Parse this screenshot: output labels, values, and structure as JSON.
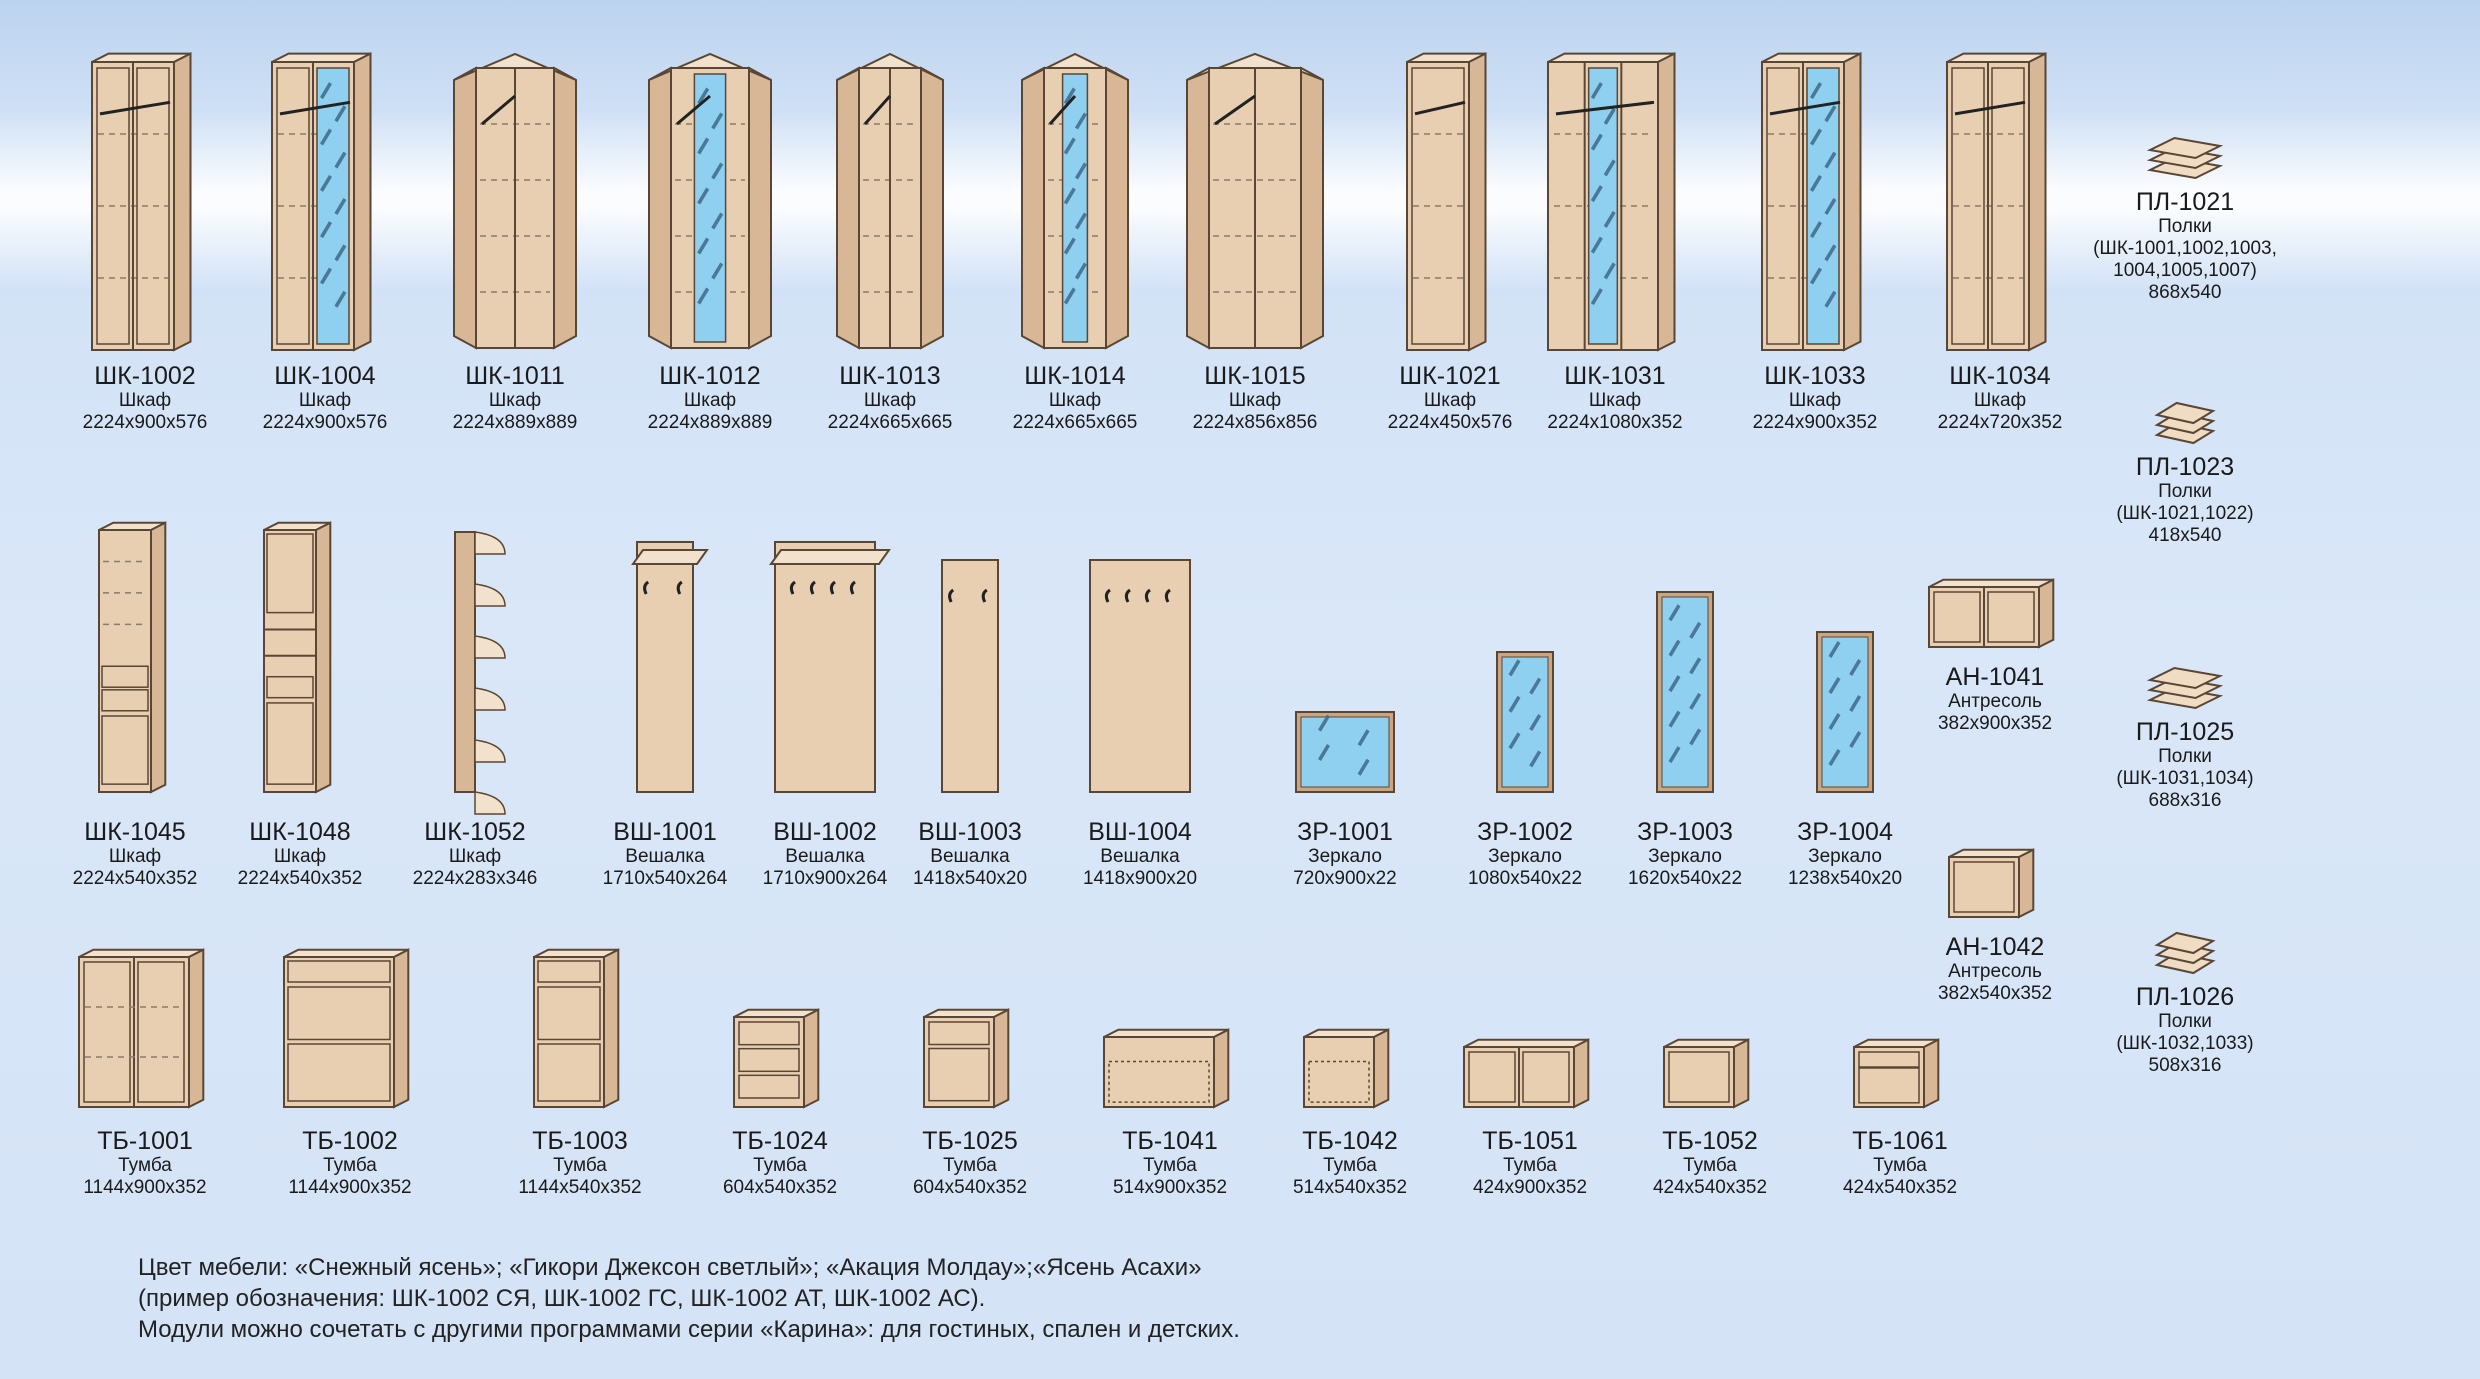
{
  "colors": {
    "background": "#d6e5f7",
    "wood": "#e8cfb2",
    "wood_dark": "#c9a583",
    "wood_side": "#d7b796",
    "edge": "#5a4634",
    "mirror": "#8fd0f0",
    "dashed": "#8a7a6a"
  },
  "row1": [
    {
      "code": "ШК-1002",
      "kind": "Шкаф",
      "dims": "2224x900x576",
      "shape": "wardrobe-2door",
      "icon": "wardrobe-icon"
    },
    {
      "code": "ШК-1004",
      "kind": "Шкаф",
      "dims": "2224x900x576",
      "shape": "wardrobe-mirror-door",
      "icon": "wardrobe-mirror-icon"
    },
    {
      "code": "ШК-1011",
      "kind": "Шкаф",
      "dims": "2224x889x889",
      "shape": "corner-wardrobe",
      "icon": "corner-wardrobe-icon"
    },
    {
      "code": "ШК-1012",
      "kind": "Шкаф",
      "dims": "2224x889x889",
      "shape": "corner-wardrobe-mirror",
      "icon": "corner-wardrobe-mirror-icon"
    },
    {
      "code": "ШК-1013",
      "kind": "Шкаф",
      "dims": "2224x665x665",
      "shape": "corner-wardrobe-small",
      "icon": "corner-wardrobe-icon"
    },
    {
      "code": "ШК-1014",
      "kind": "Шкаф",
      "dims": "2224x665x665",
      "shape": "corner-wardrobe-small-mirror",
      "icon": "corner-wardrobe-mirror-icon"
    },
    {
      "code": "ШК-1015",
      "kind": "Шкаф",
      "dims": "2224x856x856",
      "shape": "corner-wardrobe-wide",
      "icon": "corner-wardrobe-icon"
    },
    {
      "code": "ШК-1021",
      "kind": "Шкаф",
      "dims": "2224x450x576",
      "shape": "wardrobe-narrow",
      "icon": "wardrobe-icon"
    },
    {
      "code": "ШК-1031",
      "kind": "Шкаф",
      "dims": "2224x1080x352",
      "shape": "wardrobe-3door-mirror",
      "icon": "wardrobe-mirror-icon"
    },
    {
      "code": "ШК-1033",
      "kind": "Шкаф",
      "dims": "2224x900x352",
      "shape": "wardrobe-2door-mirror",
      "icon": "wardrobe-mirror-icon"
    },
    {
      "code": "ШК-1034",
      "kind": "Шкаф",
      "dims": "2224x720x352",
      "shape": "wardrobe-2door",
      "icon": "wardrobe-icon"
    }
  ],
  "row2": [
    {
      "code": "ШК-1045",
      "kind": "Шкаф",
      "dims": "2224x540x352",
      "shape": "cabinet-drawers",
      "icon": "cabinet-icon"
    },
    {
      "code": "ШК-1048",
      "kind": "Шкаф",
      "dims": "2224x540x352",
      "shape": "cabinet-open",
      "icon": "cabinet-icon"
    },
    {
      "code": "ШК-1052",
      "kind": "Шкаф",
      "dims": "2224x283x346",
      "shape": "corner-shelf",
      "icon": "shelf-icon"
    },
    {
      "code": "ВШ-1001",
      "kind": "Вешалка",
      "dims": "1710x540x264",
      "shape": "hanger-shelf",
      "icon": "hanger-icon"
    },
    {
      "code": "ВШ-1002",
      "kind": "Вешалка",
      "dims": "1710x900x264",
      "shape": "hanger-shelf-wide",
      "icon": "hanger-icon"
    },
    {
      "code": "ВШ-1003",
      "kind": "Вешалка",
      "dims": "1418x540x20",
      "shape": "hanger-panel",
      "icon": "hanger-icon"
    },
    {
      "code": "ВШ-1004",
      "kind": "Вешалка",
      "dims": "1418x900x20",
      "shape": "hanger-panel-wide",
      "icon": "hanger-icon"
    },
    {
      "code": "ЗР-1001",
      "kind": "Зеркало",
      "dims": "720x900x22",
      "shape": "mirror-landscape",
      "icon": "mirror-icon"
    },
    {
      "code": "ЗР-1002",
      "kind": "Зеркало",
      "dims": "1080x540x22",
      "shape": "mirror-portrait",
      "icon": "mirror-icon"
    },
    {
      "code": "ЗР-1003",
      "kind": "Зеркало",
      "dims": "1620x540x22",
      "shape": "mirror-tall",
      "icon": "mirror-icon"
    },
    {
      "code": "ЗР-1004",
      "kind": "Зеркало",
      "dims": "1238x540x20",
      "shape": "mirror-medium",
      "icon": "mirror-icon"
    }
  ],
  "row3": [
    {
      "code": "ТБ-1001",
      "kind": "Тумба",
      "dims": "1144x900x352",
      "shape": "cabinet-glass-2door",
      "icon": "sideboard-icon"
    },
    {
      "code": "ТБ-1002",
      "kind": "Тумба",
      "dims": "1144x900x352",
      "shape": "cabinet-drawer-glass",
      "icon": "sideboard-icon"
    },
    {
      "code": "ТБ-1003",
      "kind": "Тумба",
      "dims": "1144x540x352",
      "shape": "cabinet-narrow-drawers",
      "icon": "sideboard-icon"
    },
    {
      "code": "ТБ-1024",
      "kind": "Тумба",
      "dims": "604x540x352",
      "shape": "chest-3drawers",
      "icon": "drawer-icon"
    },
    {
      "code": "ТБ-1025",
      "kind": "Тумба",
      "dims": "604x540x352",
      "shape": "chest-drawer-door",
      "icon": "drawer-icon"
    },
    {
      "code": "ТБ-1041",
      "kind": "Тумба",
      "dims": "514x900x352",
      "shape": "shoe-bench-wide",
      "icon": "bench-icon"
    },
    {
      "code": "ТБ-1042",
      "kind": "Тумба",
      "dims": "514x540x352",
      "shape": "shoe-bench",
      "icon": "bench-icon"
    },
    {
      "code": "ТБ-1051",
      "kind": "Тумба",
      "dims": "424x900x352",
      "shape": "low-2door",
      "icon": "bench-icon"
    },
    {
      "code": "ТБ-1052",
      "kind": "Тумба",
      "dims": "424x540x352",
      "shape": "low-1door",
      "icon": "bench-icon"
    },
    {
      "code": "ТБ-1061",
      "kind": "Тумба",
      "dims": "424x540x352",
      "shape": "low-2drawer",
      "icon": "drawer-icon"
    }
  ],
  "right_column": [
    {
      "code": "ПЛ-1021",
      "kind": "Полки",
      "note": "(ШК-1001,1002,1003,",
      "note2": "1004,1005,1007)",
      "dims": "868x540",
      "shape": "shelves",
      "icon": "shelves-icon"
    },
    {
      "code": "ПЛ-1023",
      "kind": "Полки",
      "note": "(ШК-1021,1022)",
      "note2": "",
      "dims": "418x540",
      "shape": "shelves-small",
      "icon": "shelves-icon"
    },
    {
      "code": "ПЛ-1025",
      "kind": "Полки",
      "note": "(ШК-1031,1034)",
      "note2": "",
      "dims": "688x316",
      "shape": "shelves",
      "icon": "shelves-icon"
    },
    {
      "code": "ПЛ-1026",
      "kind": "Полки",
      "note": "(ШК-1032,1033)",
      "note2": "",
      "dims": "508x316",
      "shape": "shelves-small",
      "icon": "shelves-icon"
    }
  ],
  "mezzanine": [
    {
      "code": "АН-1041",
      "kind": "Антресоль",
      "dims": "382x900x352",
      "shape": "mezz-2door",
      "icon": "mezzanine-icon"
    },
    {
      "code": "АН-1042",
      "kind": "Антресоль",
      "dims": "382x540x352",
      "shape": "mezz-1door",
      "icon": "mezzanine-icon"
    }
  ],
  "footer": {
    "line1": "Цвет мебели: «Снежный ясень»; «Гикори Джексон светлый»; «Акация Молдау»;«Ясень Асахи»",
    "line2": "(пример обозначения: ШК-1002 СЯ, ШК-1002 ГС, ШК-1002 АТ, ШК-1002 АС).",
    "line3": "Модули можно сочетать с другими программами серии «Карина»: для гостиных, спален и детских."
  }
}
